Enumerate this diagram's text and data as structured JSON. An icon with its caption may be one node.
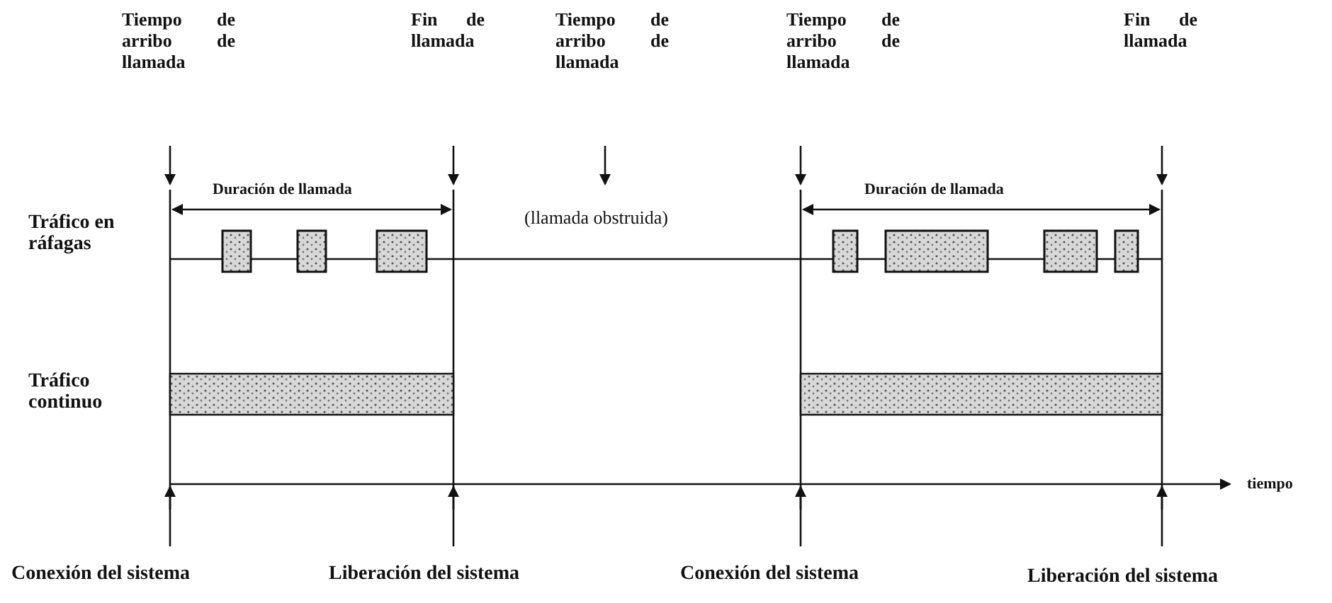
{
  "diagram": {
    "labels": [
      "Tiempo de arribo de llamada",
      "Fin de llamada",
      "Tiempo de arribo de llamada",
      "Tiempo de arribo de llamada",
      "Fin de llamada",
      "Duración de llamada",
      "Duración de llamada",
      "Tráfico en ráfagas",
      "(llamada obstruida)",
      "Tráfico continuo",
      "tiempo",
      "Conexión del sistema",
      "Liberación del sistema",
      "Conexión del sistema",
      "Liberación del sistema"
    ]
  }
}
